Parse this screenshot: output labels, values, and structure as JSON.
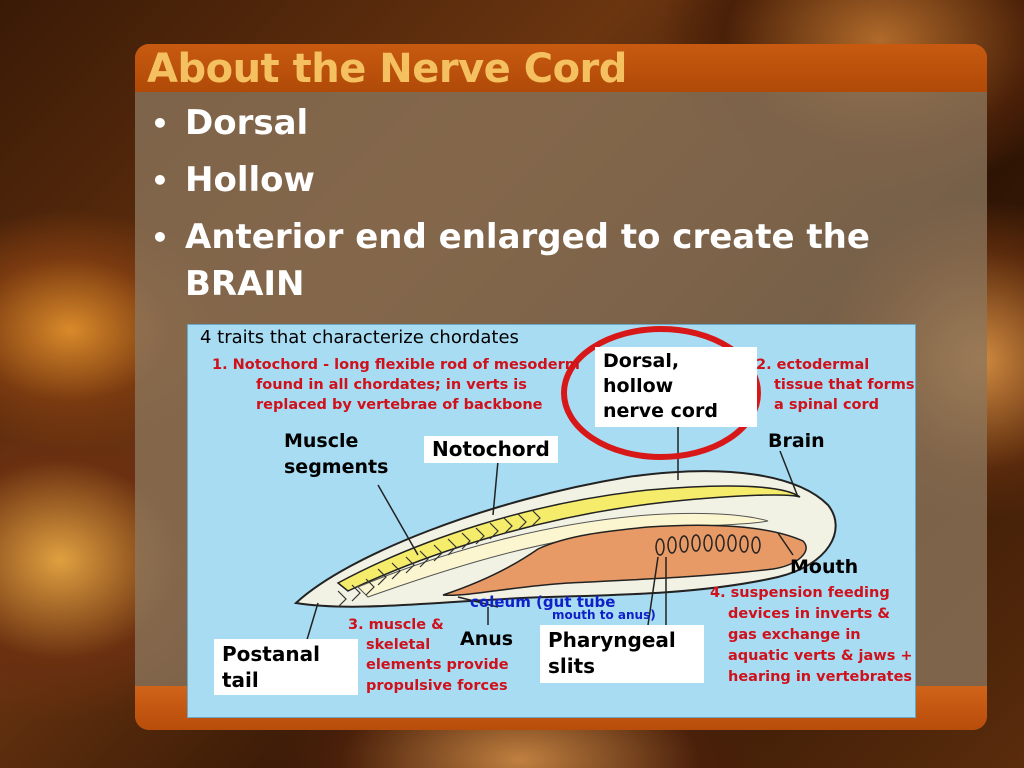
{
  "slide": {
    "title": "About the Nerve Cord",
    "bullets": [
      "Dorsal",
      "Hollow",
      "Anterior end enlarged to create the BRAIN"
    ],
    "bullet_glyph": "•"
  },
  "diagram": {
    "heading": "4 traits that characterize chordates",
    "trait1": [
      "1. Notochord - long flexible rod of mesoderm",
      "found in all chordates; in verts is",
      "replaced by vertebrae of backbone"
    ],
    "trait2": [
      "2. ectodermal",
      "tissue that forms",
      "a spinal cord"
    ],
    "trait3": [
      "3. muscle &",
      "skeletal",
      "elements provide",
      "propulsive forces"
    ],
    "trait4": [
      "4. suspension feeding",
      "devices in inverts &",
      "gas exchange in",
      "aquatic verts & jaws +",
      "hearing in vertebrates"
    ],
    "labels": {
      "dorsal_nerve_cord": [
        "Dorsal,",
        "hollow",
        "nerve cord"
      ],
      "notochord": "Notochord",
      "muscle_segments": [
        "Muscle",
        "segments"
      ],
      "brain": "Brain",
      "mouth": "Mouth",
      "anus": "Anus",
      "pharyngeal_slits": [
        "Pharyngeal",
        "slits"
      ],
      "postanal_tail": [
        "Postanal",
        "tail"
      ],
      "coleum": "coleum (gut tube",
      "mouth_to_anus": "mouth to anus)"
    },
    "colors": {
      "highlight_circle": "#d81818",
      "trait_text": "#d0101a",
      "gut_note": "#1020c8",
      "background": "#a8dcf2"
    }
  }
}
